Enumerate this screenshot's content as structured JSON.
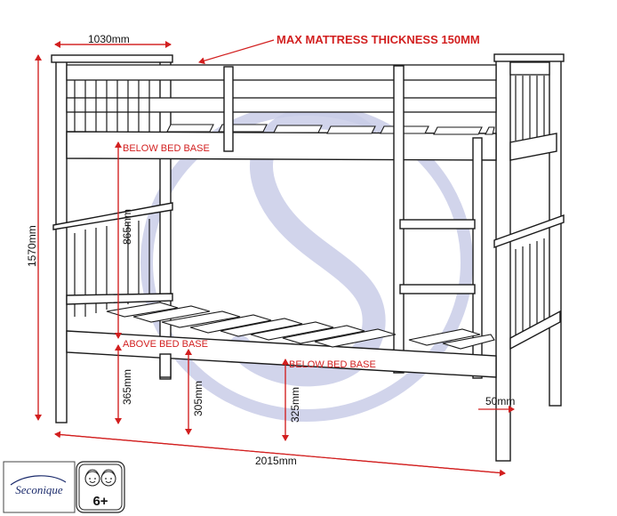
{
  "title": "MAX MATTRESS THICKNESS 150MM",
  "dimensions": {
    "width": "1030mm",
    "height": "1570mm",
    "length": "2015mm",
    "gap_top": "865mm",
    "lower_base_height": "365mm",
    "mid_clearance": "305mm",
    "end_clearance": "325mm",
    "leg": "50mm"
  },
  "labels": {
    "below_bed_base_upper": "BELOW BED BASE",
    "above_bed_base": "ABOVE BED BASE",
    "below_bed_base_lower": "BELOW BED BASE"
  },
  "logo": {
    "brand": "Seconique",
    "age": "6+"
  },
  "colors": {
    "annotation": "#d21f1f",
    "line": "#1a1a1a",
    "watermark": "#c9cde8"
  }
}
